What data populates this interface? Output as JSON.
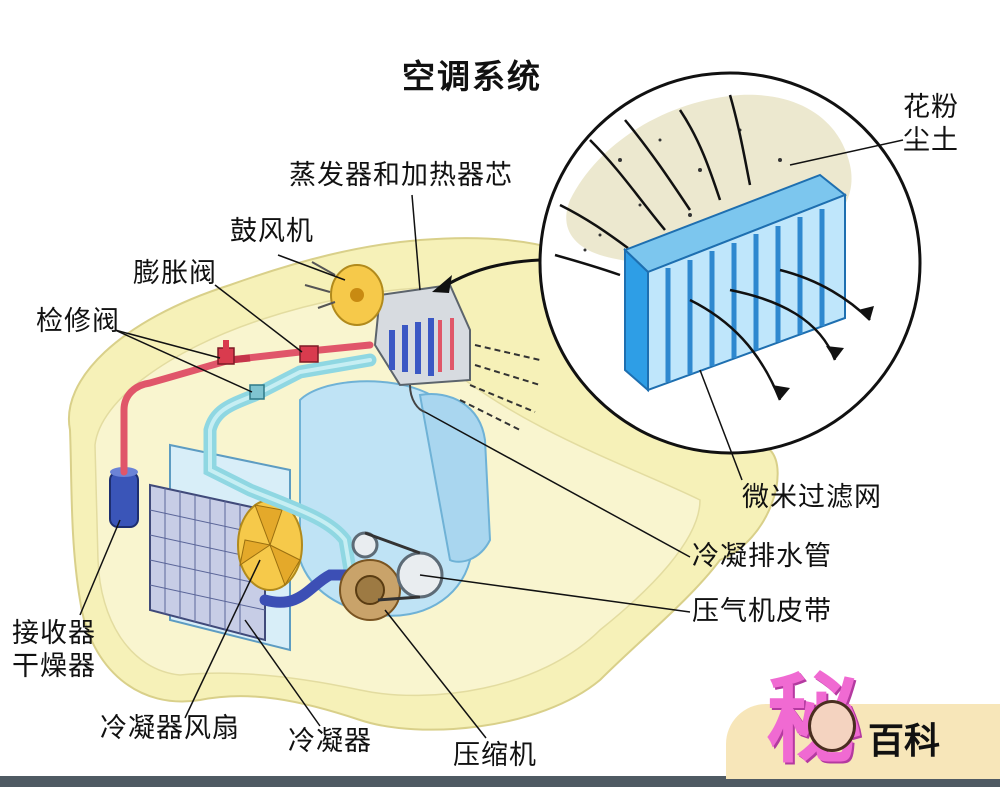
{
  "title": "空调系统",
  "labels": {
    "pollen_dust": [
      "花粉",
      "尘土"
    ],
    "evaporator_heater_core": "蒸发器和加热器芯",
    "blower": "鼓风机",
    "expansion_valve": "膨胀阀",
    "service_valve": "检修阀",
    "micro_filter": "微米过滤网",
    "condensate_drain": "冷凝排水管",
    "compressor_belt": "压气机皮带",
    "receiver_dryer": [
      "接收器",
      "干燥器"
    ],
    "condenser_fan": "冷凝器风扇",
    "condenser": "冷凝器",
    "compressor": "压缩机"
  },
  "logo": {
    "mark": "秘",
    "text": "百科"
  },
  "colors": {
    "body_fill": "#f6f1b8",
    "coolant_pipe": "#8fd7e2",
    "refrigerant_pipe": "#e0566a",
    "filter_blue": "#2e9ee6",
    "engine_blue": "#bfe3f5",
    "bottom_bar": "#4f5a63"
  }
}
